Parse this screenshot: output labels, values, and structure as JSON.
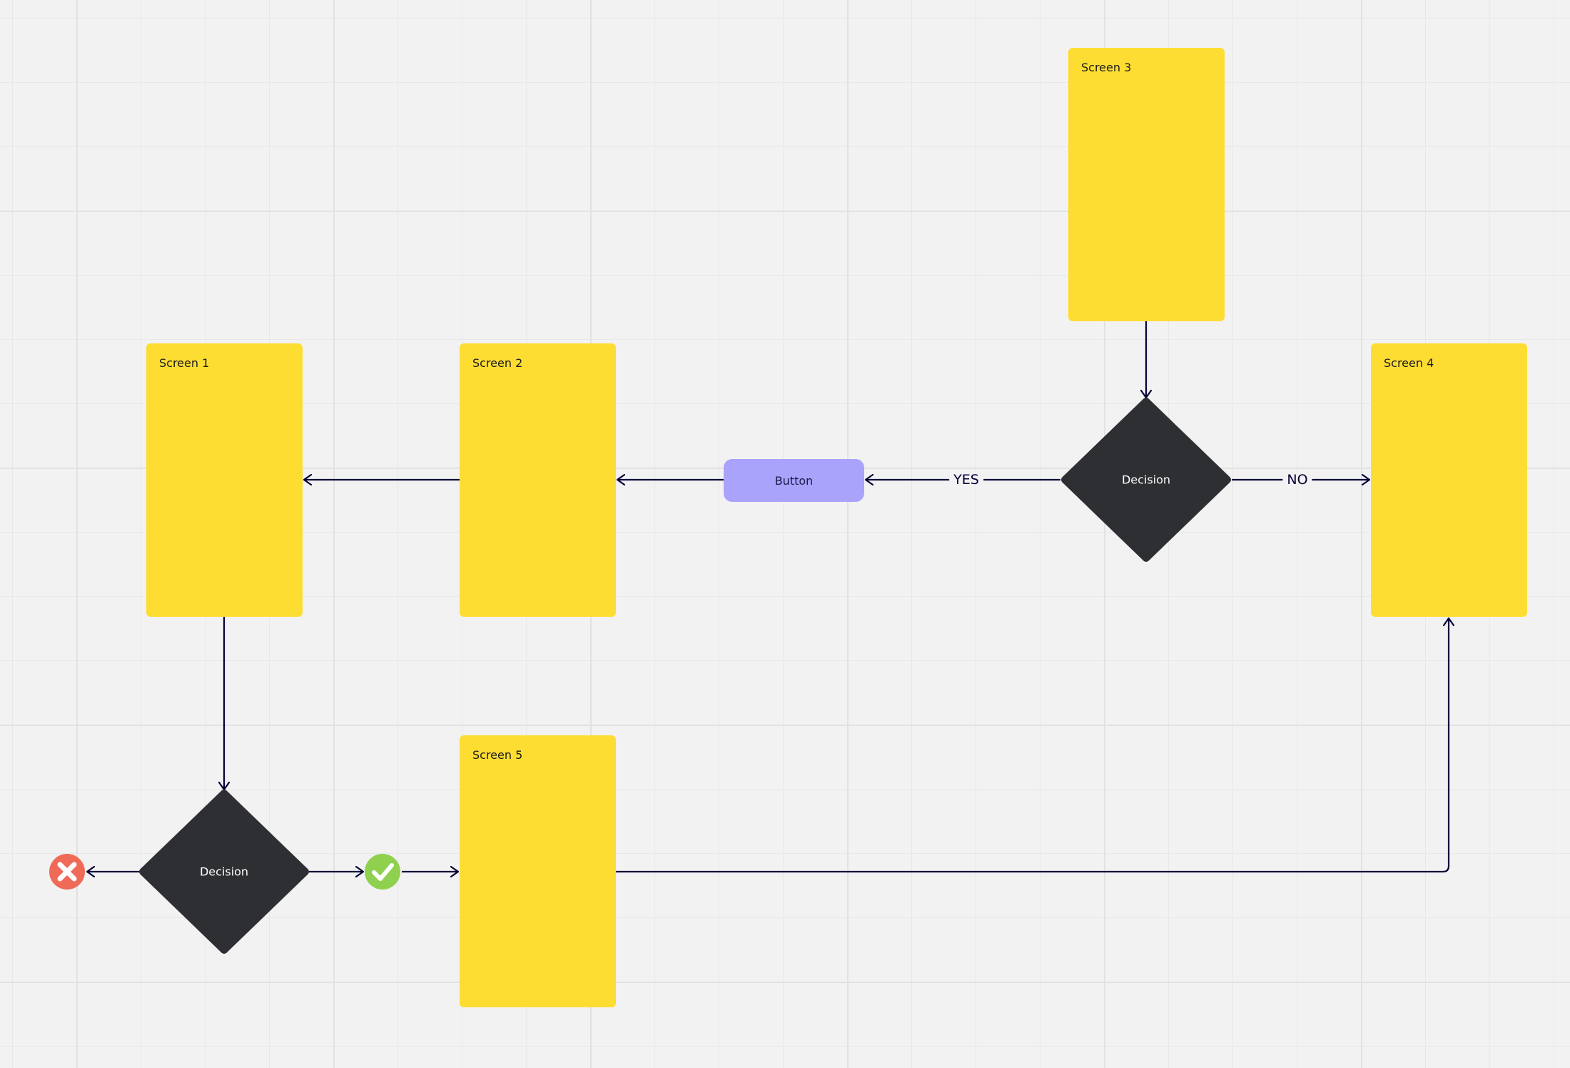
{
  "screens": [
    {
      "label": "Screen 1"
    },
    {
      "label": "Screen 2"
    },
    {
      "label": "Screen 3"
    },
    {
      "label": "Screen 4"
    },
    {
      "label": "Screen 5"
    }
  ],
  "button": {
    "label": "Button"
  },
  "decisions": [
    {
      "label": "Decision"
    },
    {
      "label": "Decision"
    }
  ],
  "edges": {
    "yes_label": "YES",
    "no_label": "NO"
  },
  "icons": {
    "reject": "x-circle-icon",
    "accept": "check-circle-icon"
  },
  "colors": {
    "sticky": "#fedd33",
    "button": "#a9a3fc",
    "decision": "#2d2f33",
    "connector": "#050038",
    "reject": "#ef6a57",
    "accept": "#8fd14f"
  }
}
